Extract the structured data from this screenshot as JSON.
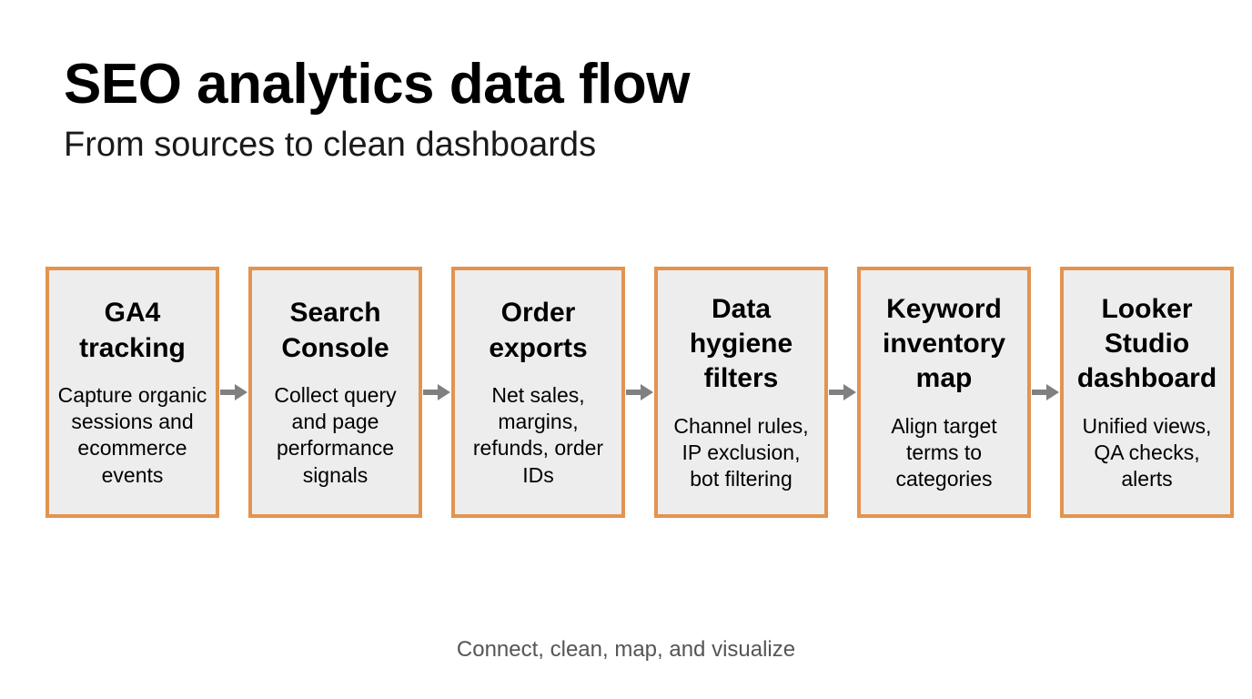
{
  "header": {
    "title": "SEO analytics data flow",
    "subtitle": "From sources to clean dashboards"
  },
  "flow": {
    "arrow_icon": "arrow-right-icon",
    "arrow_color": "#808080",
    "node_border_color": "#e2944f",
    "node_fill_color": "#ededed",
    "nodes": [
      {
        "title": "GA4 tracking",
        "desc": "Capture organic sessions and ecommerce events"
      },
      {
        "title": "Search Console",
        "desc": "Collect query and page performance signals"
      },
      {
        "title": "Order exports",
        "desc": "Net sales, margins, refunds, order IDs"
      },
      {
        "title": "Data hygiene filters",
        "desc": "Channel rules, IP exclusion, bot filtering"
      },
      {
        "title": "Keyword inventory map",
        "desc": "Align target terms to categories"
      },
      {
        "title": "Looker Studio dashboard",
        "desc": "Unified views, QA checks, alerts"
      }
    ]
  },
  "footer": {
    "caption": "Connect, clean, map, and visualize"
  }
}
